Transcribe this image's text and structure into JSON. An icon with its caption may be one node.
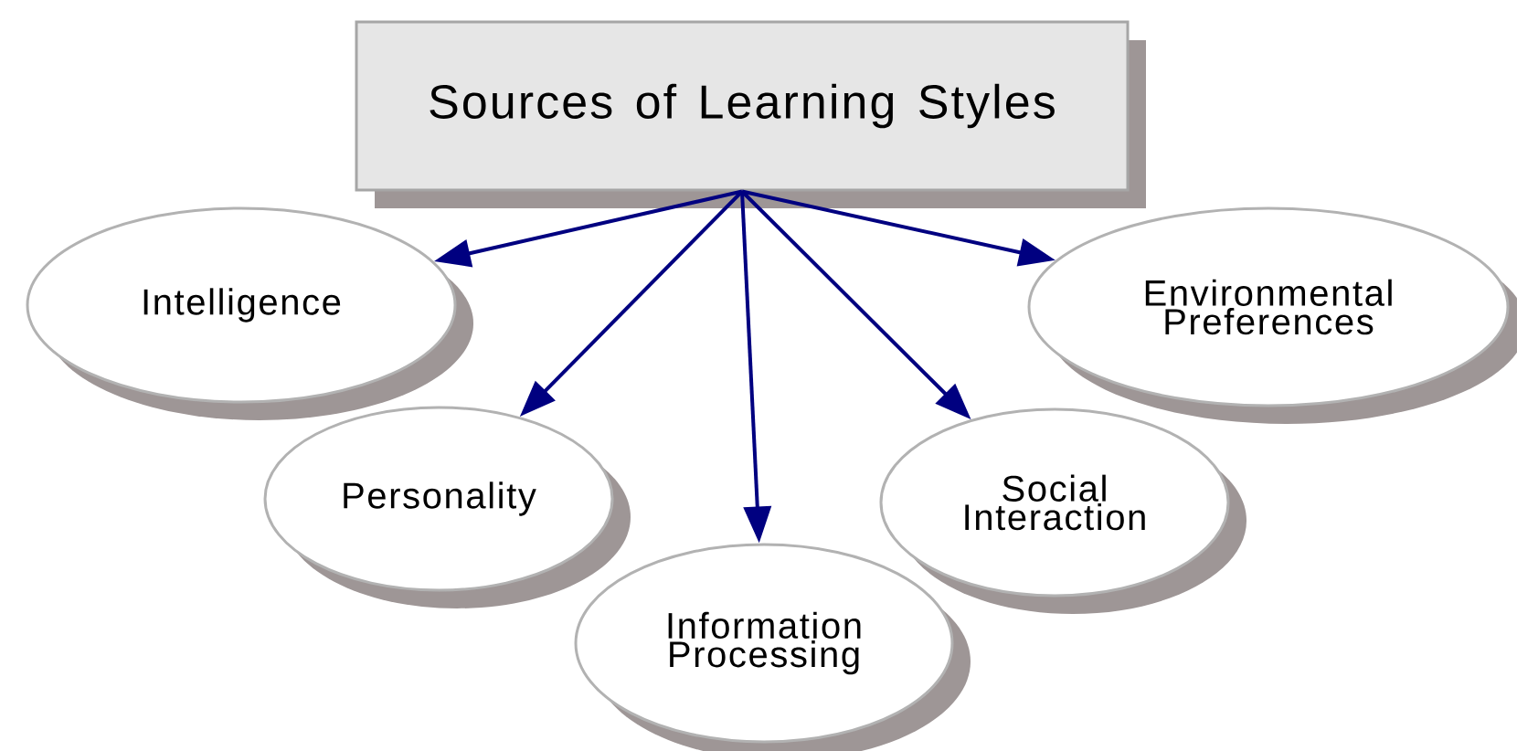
{
  "diagram": {
    "nodes": [
      {
        "text": [
          "Sources of Learning Styles"
        ]
      },
      {
        "text": [
          "Intelligence"
        ]
      },
      {
        "text": [
          "Personality"
        ]
      },
      {
        "text": [
          "Information Processing"
        ]
      },
      {
        "text": [
          "Social Interaction"
        ]
      },
      {
        "text": [
          "Environmental Preferences"
        ]
      }
    ],
    "edges": [
      {
        "from": 0,
        "to": 1,
        "arrow": "to"
      },
      {
        "from": 0,
        "to": 2,
        "arrow": "to"
      },
      {
        "from": 0,
        "to": 3,
        "arrow": "to"
      },
      {
        "from": 0,
        "to": 4,
        "arrow": "to"
      },
      {
        "from": 0,
        "to": 5,
        "arrow": "to"
      }
    ]
  }
}
